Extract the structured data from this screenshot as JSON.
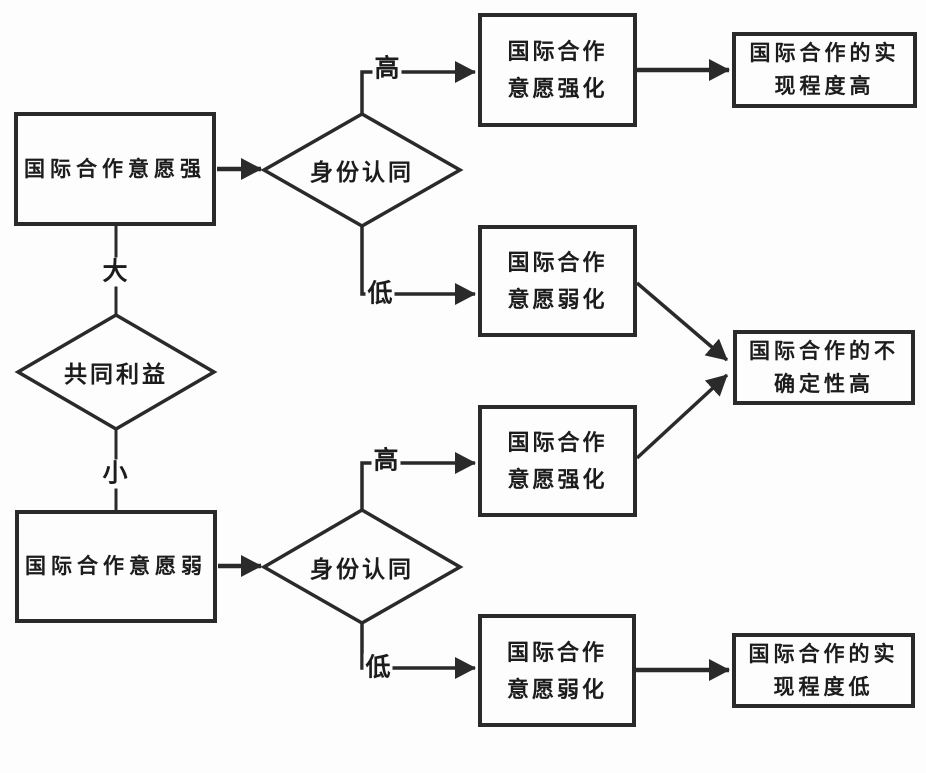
{
  "diagram": {
    "title": "international-cooperation-flowchart",
    "nodes": {
      "will_strong": "国际合作意愿强",
      "will_weak": "国际合作意愿弱",
      "common_interest": "共同利益",
      "identity_upper": "身份认同",
      "identity_lower": "身份认同",
      "strengthen_upper": "国际合作\n意愿强化",
      "weaken_upper": "国际合作\n意愿弱化",
      "strengthen_lower": "国际合作\n意愿强化",
      "weaken_lower": "国际合作\n意愿弱化",
      "outcome_high": "国际合作的实\n现程度高",
      "outcome_uncertain": "国际合作的不\n确定性高",
      "outcome_low": "国际合作的实\n现程度低"
    },
    "edge_labels": {
      "interest_large": "大",
      "interest_small": "小",
      "upper_high": "高",
      "upper_low": "低",
      "lower_high": "高",
      "lower_low": "低"
    },
    "colors": {
      "line": "#2a2a2a",
      "text": "#1c1c1c",
      "background": "#fdfdfd"
    }
  }
}
